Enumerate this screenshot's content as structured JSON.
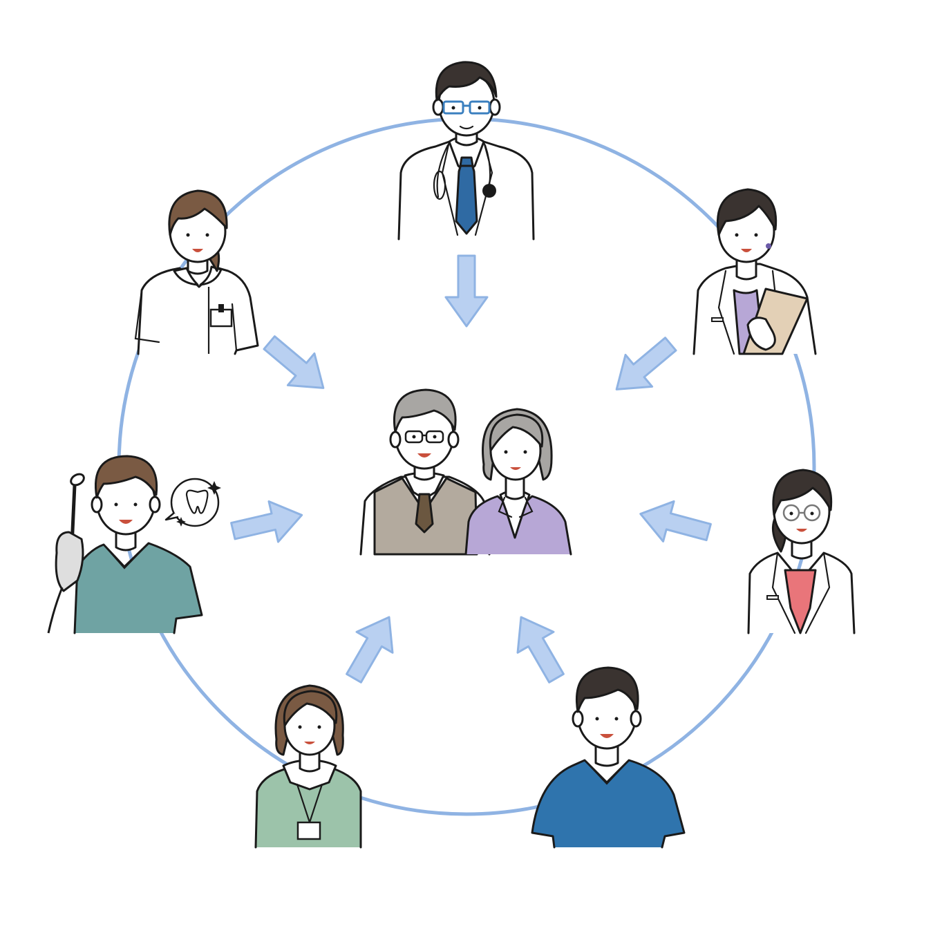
{
  "colors": {
    "circle": "#8fb3e3",
    "arrow_fill": "#b9d0f1",
    "arrow_stroke": "#8fb3e3",
    "outline": "#1a1a1a",
    "skin": "#ffffff",
    "hair_brown": "#7a5a43",
    "hair_dark": "#3a3330",
    "hair_gray": "#a8a6a3",
    "coat": "#ffffff",
    "tie_blue": "#2f6aa3",
    "lavender": "#b7a7d6",
    "clipboard": "#e3d0b6",
    "teal_scrubs": "#6fa3a3",
    "coral": "#e9757a",
    "green_cardigan": "#9cc3aa",
    "blue_scrubs": "#2f74ad",
    "vest_taupe": "#b3aa9e",
    "glove_gray": "#dedede"
  },
  "figures": [
    {
      "role": "doctor",
      "icon": "doctor-with-stethoscope"
    },
    {
      "role": "nurse",
      "icon": "nurse-with-badge"
    },
    {
      "role": "pharmacist",
      "icon": "woman-with-clipboard"
    },
    {
      "role": "dentist",
      "icon": "dentist-with-mirror"
    },
    {
      "role": "therapist",
      "icon": "woman-in-white-coat"
    },
    {
      "role": "care-manager",
      "icon": "woman-with-lanyard"
    },
    {
      "role": "care-worker",
      "icon": "man-in-scrubs"
    },
    {
      "role": "elderly-couple",
      "icon": "elderly-couple"
    }
  ],
  "tooth_badge_icon": "sparkling-tooth-icon"
}
